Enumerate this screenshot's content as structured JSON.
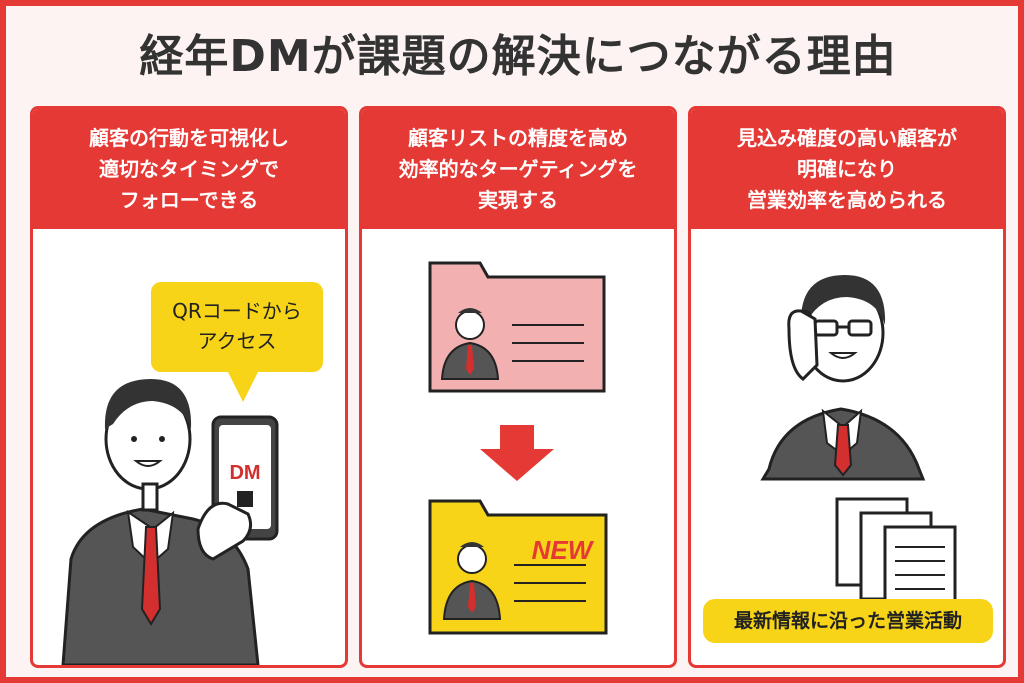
{
  "title": "経年DMが課題の解決につながる理由",
  "cards": [
    {
      "head": [
        "顧客の行動を可視化し",
        "適切なタイミングで",
        "フォローできる"
      ]
    },
    {
      "head": [
        "顧客リストの精度を高め",
        "効率的なターゲティングを",
        "実現する"
      ]
    },
    {
      "head": [
        "見込み確度の高い顧客が",
        "明確になり",
        "営業効率を高められる"
      ]
    }
  ],
  "bubble": [
    "QRコードから",
    "アクセス"
  ],
  "phone_label": "DM",
  "new_label": "NEW",
  "activity_tag": "最新情報に沿った営業活動",
  "colors": {
    "accent": "#e53935",
    "yellow": "#f7d417",
    "pink": "#f2b0b0",
    "suit": "#4a4a4a"
  }
}
